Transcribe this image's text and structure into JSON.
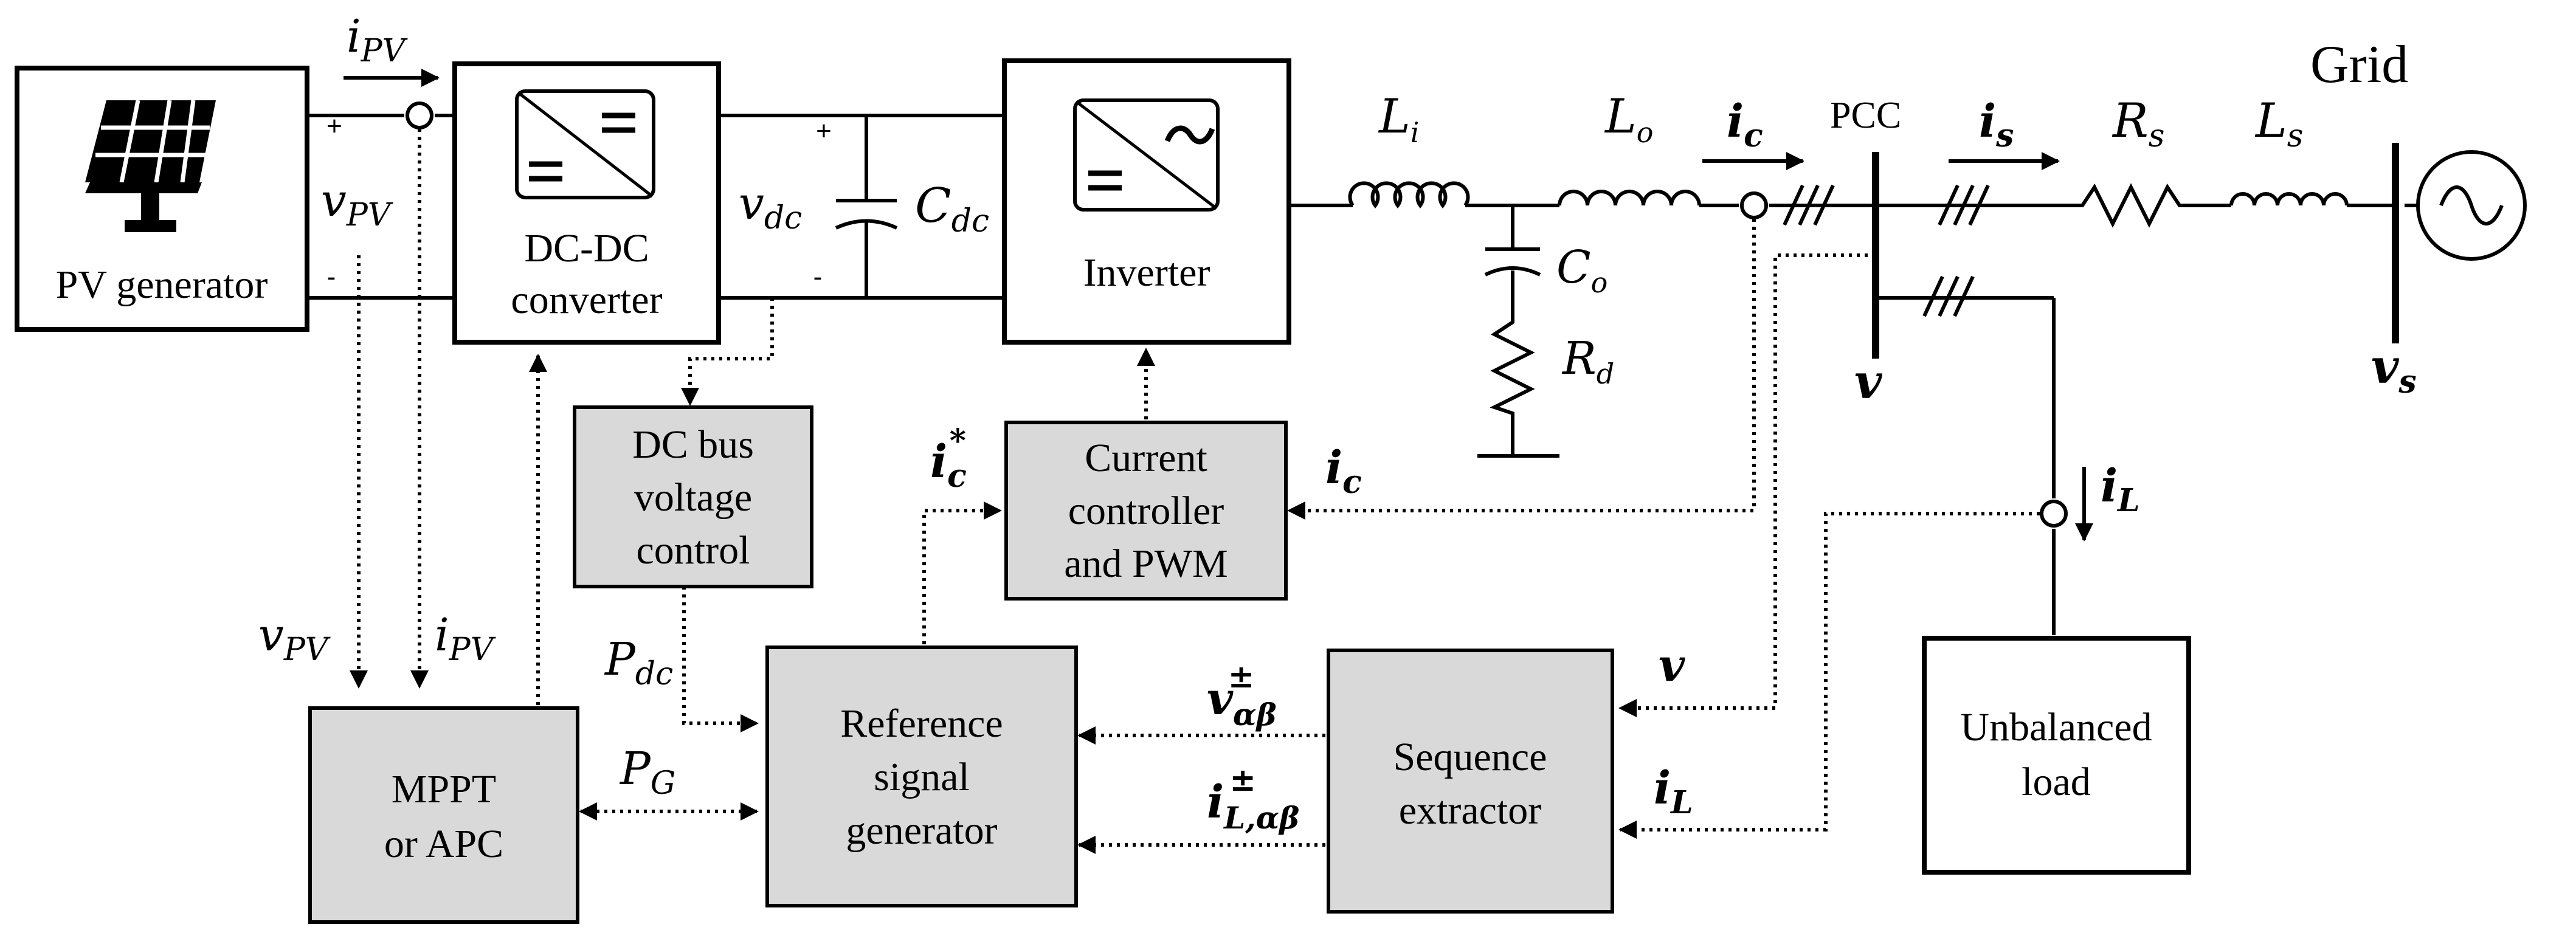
{
  "blocks": {
    "pv": "PV generator",
    "dcdc_line1": "DC-DC",
    "dcdc_line2": "converter",
    "inverter": "Inverter",
    "dcbus_line1": "DC bus",
    "dcbus_line2": "voltage",
    "dcbus_line3": "control",
    "current_line1": "Current",
    "current_line2": "controller",
    "current_line3": "and PWM",
    "mppt_line1": "MPPT",
    "mppt_line2": "or APC",
    "ref_line1": "Reference",
    "ref_line2": "signal",
    "ref_line3": "generator",
    "seq_line1": "Sequence",
    "seq_line2": "extractor",
    "load_line1": "Unbalanced",
    "load_line2": "load"
  },
  "labels": {
    "grid": "Grid",
    "pcc": "PCC",
    "plus": "+",
    "minus": "-"
  },
  "symbols": {
    "i": "i",
    "v": "v",
    "P": "P",
    "L": "L",
    "C": "C",
    "R": "R",
    "sub_pv": "PV",
    "sub_dc": "dc",
    "sub_c": "c",
    "sub_s": "s",
    "sub_L": "L",
    "sub_i": "i",
    "sub_o": "o",
    "sub_d": "d",
    "sub_G": "G",
    "sub_ab": "αβ",
    "sub_Lab": "L,αβ",
    "sup_star": "*",
    "sup_pm": "±"
  }
}
